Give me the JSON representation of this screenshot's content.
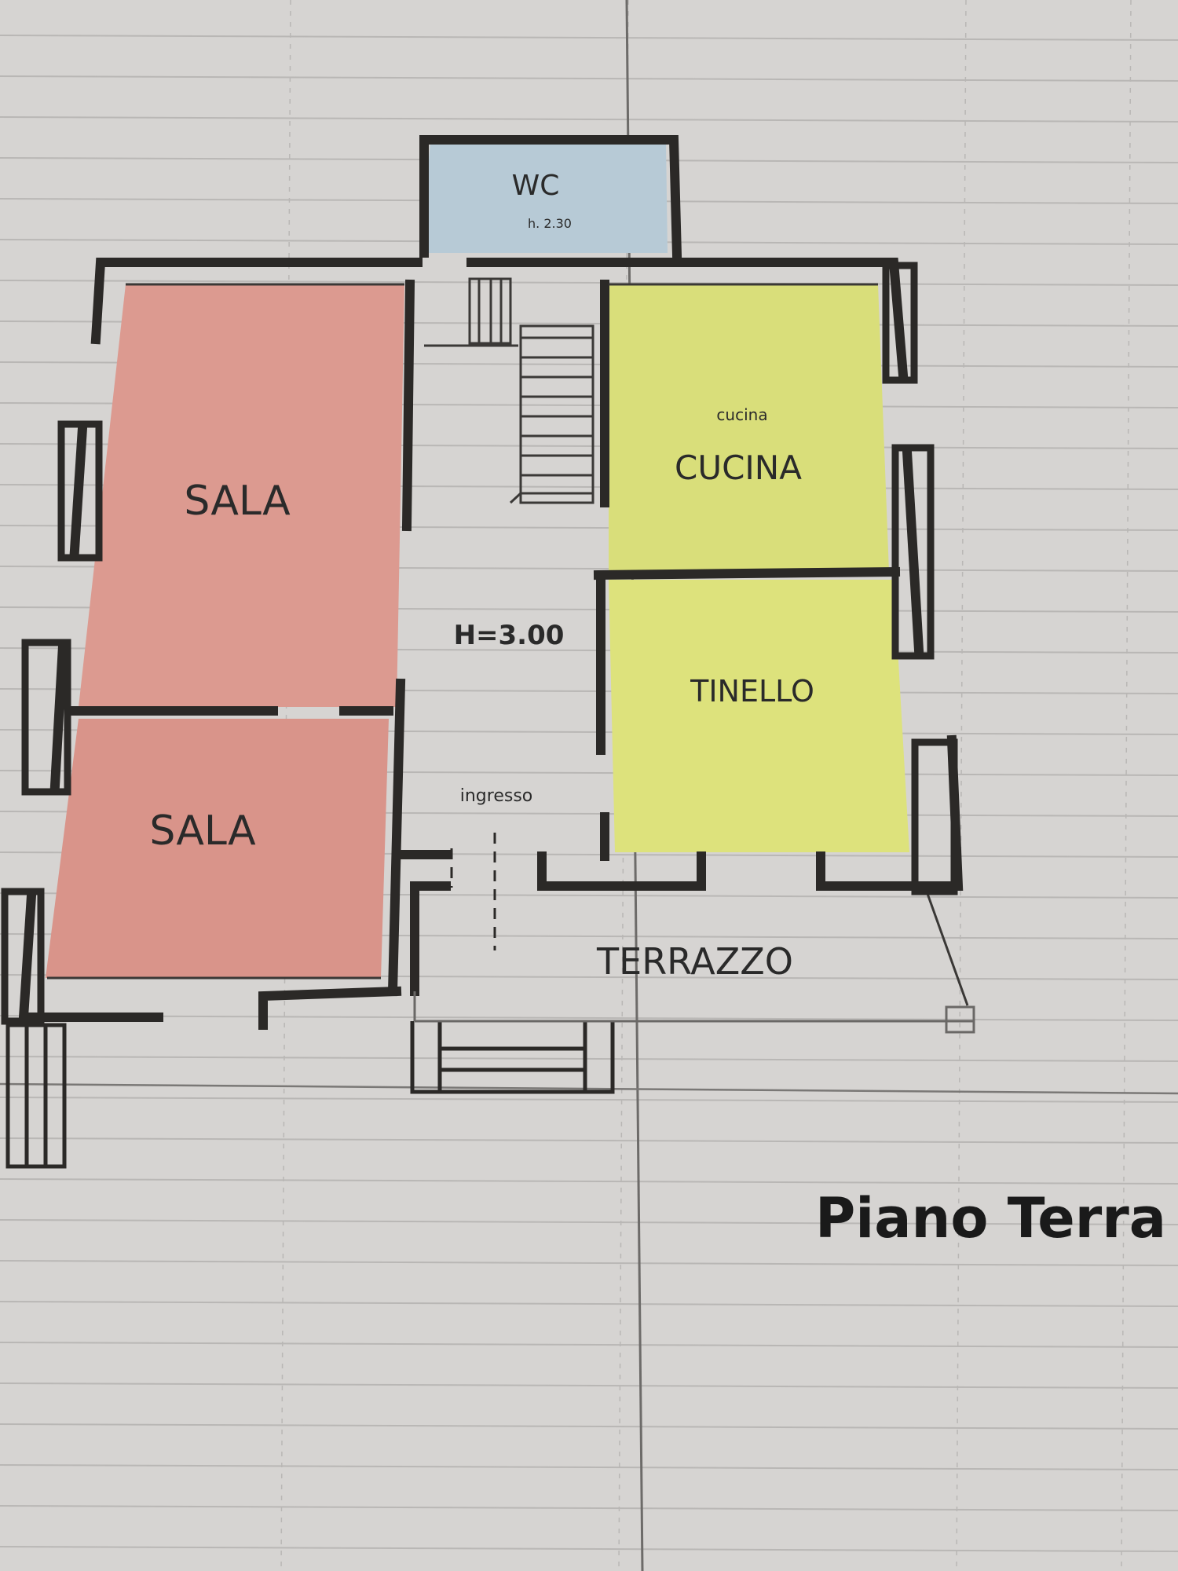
{
  "colors": {
    "paper": "#d6d4d2",
    "grid": "#b9b7b5",
    "wall": "#2b2927",
    "sala": "#dc9a90",
    "cucina": "#d9de7a",
    "wc": "#b7cad6"
  },
  "rooms": {
    "wc": {
      "label": "WC",
      "note": "h. 2.30"
    },
    "sala_top": {
      "label": "SALA"
    },
    "sala_bottom": {
      "label": "SALA"
    },
    "cucina": {
      "label": "CUCINA",
      "note": "cucina"
    },
    "tinello": {
      "label": "TINELLO"
    },
    "corridor": {
      "height_label": "H=3.00",
      "entrance_label": "ingresso"
    },
    "terrazzo": {
      "label": "TERRAZZO"
    }
  },
  "title": "Piano Terra"
}
